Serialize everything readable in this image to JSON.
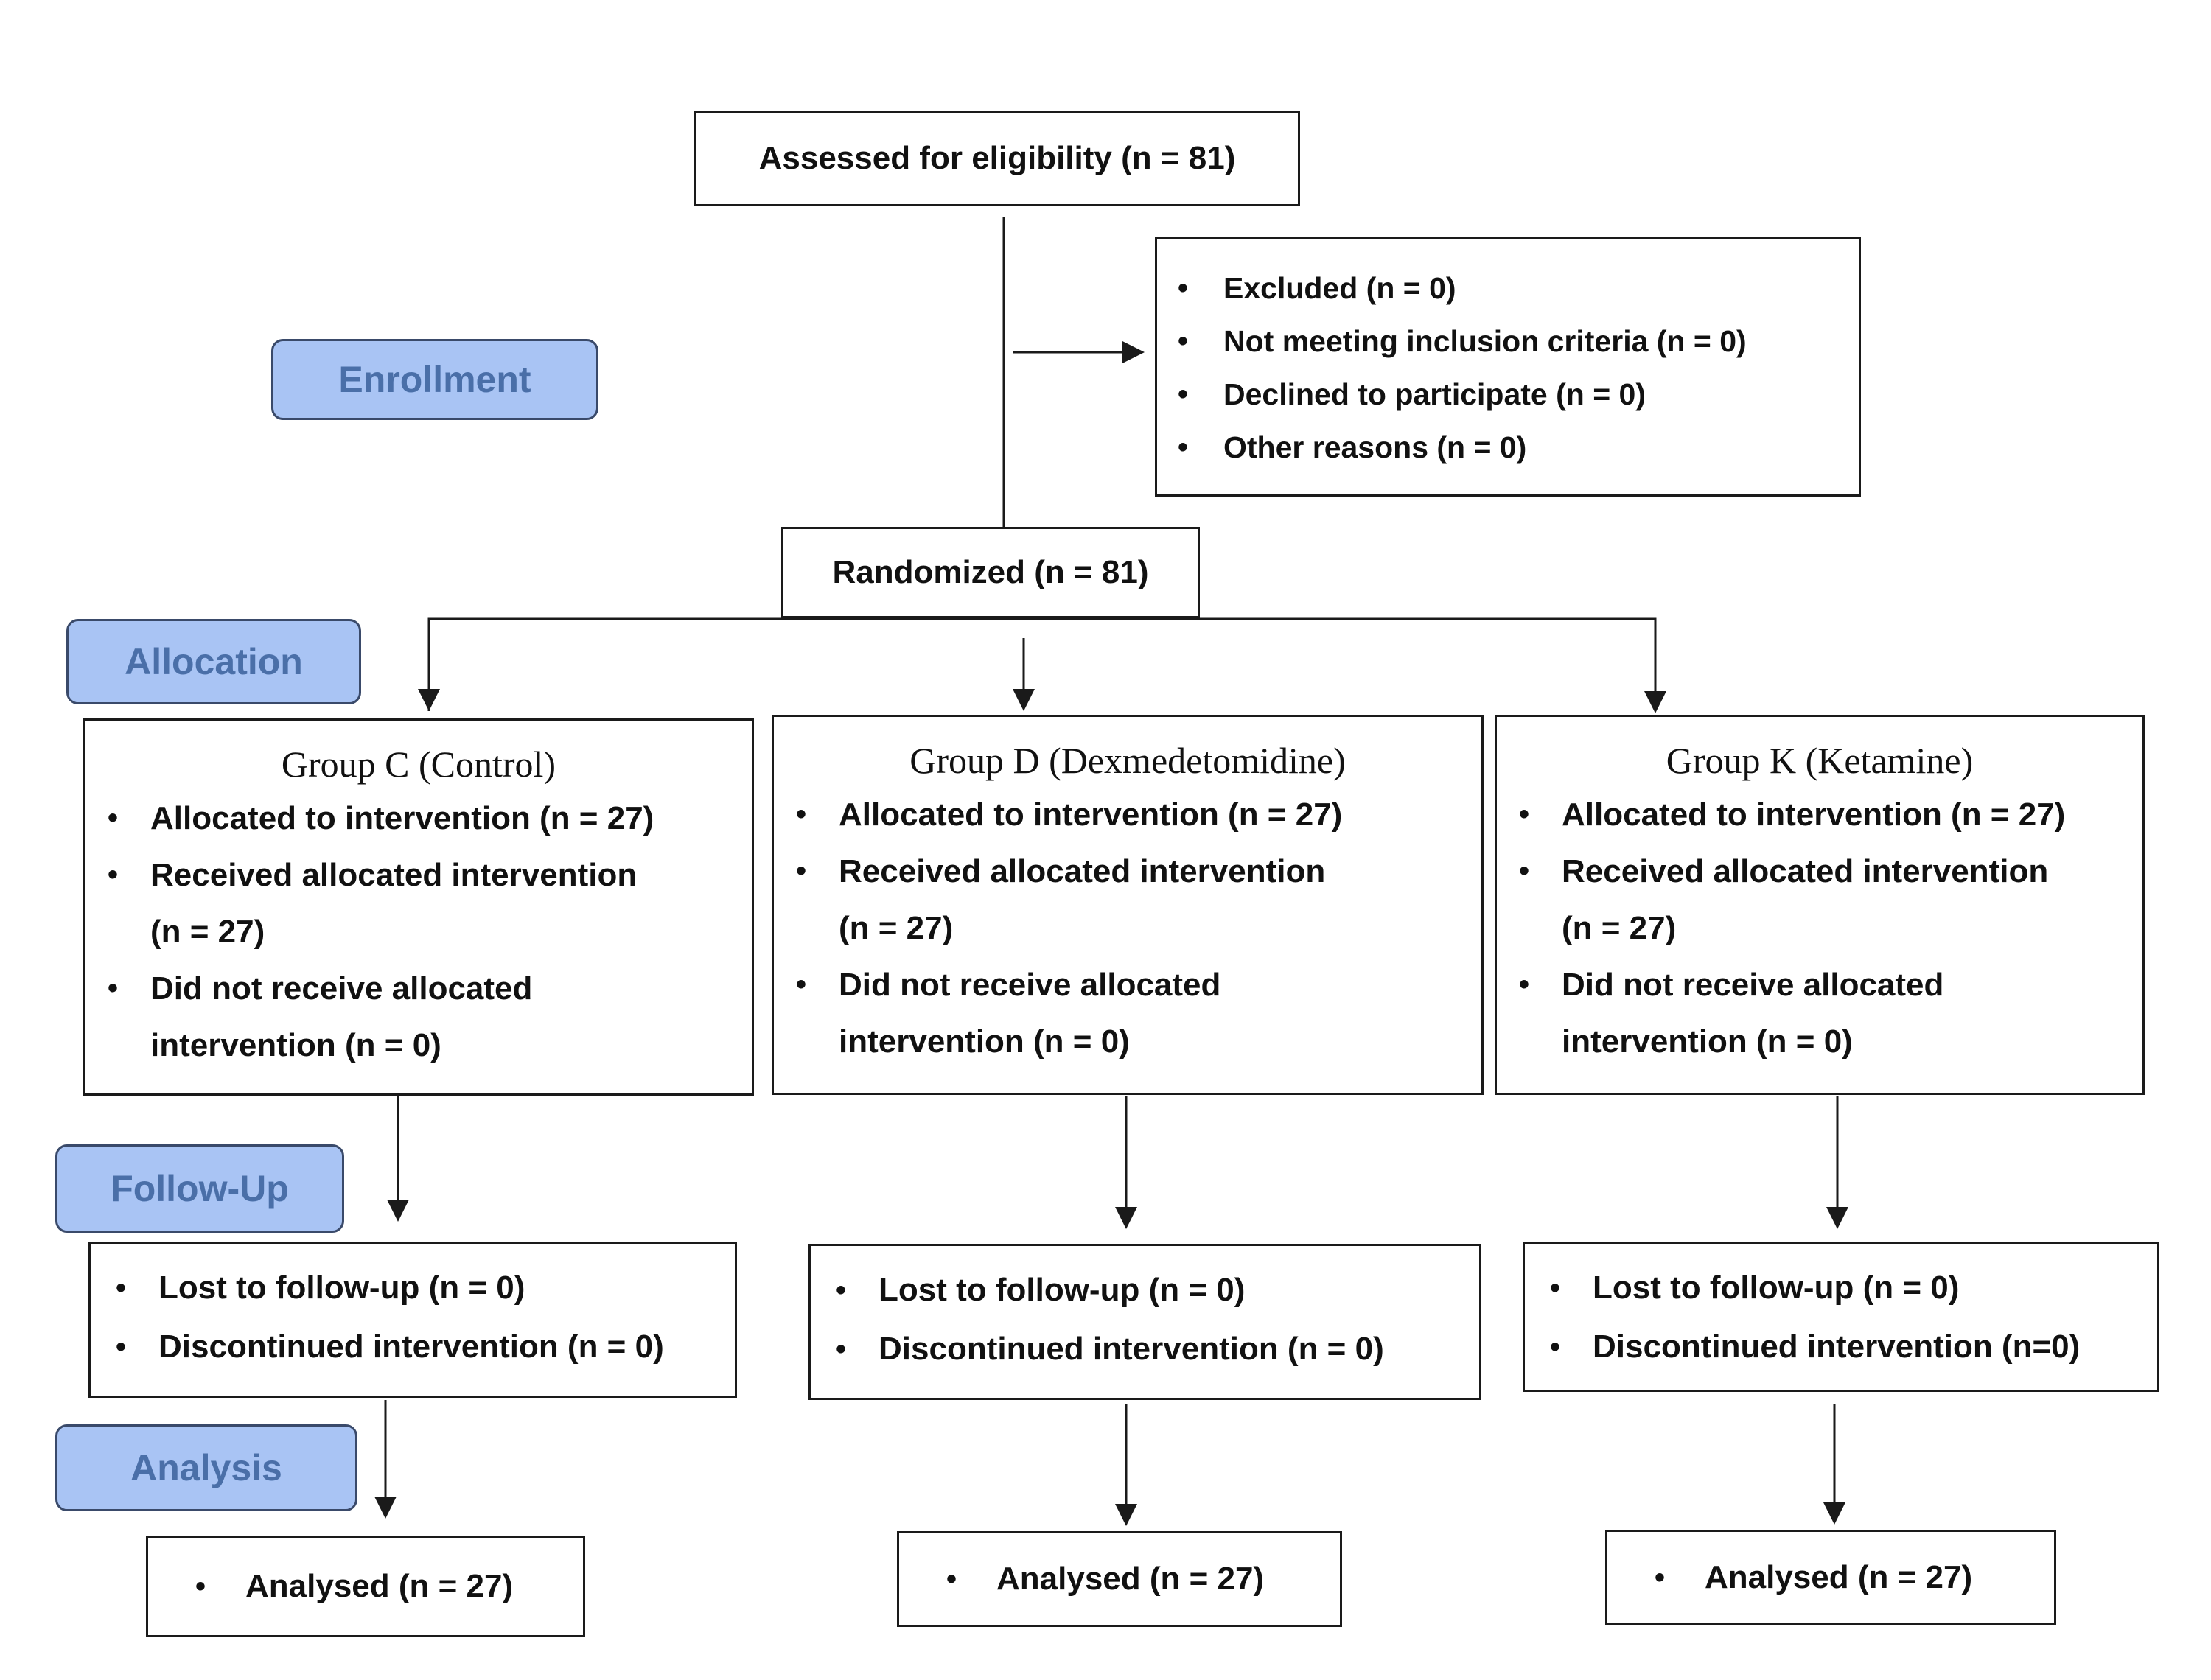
{
  "stages": {
    "enrollment": "Enrollment",
    "allocation": "Allocation",
    "follow_up": "Follow-Up",
    "analysis": "Analysis"
  },
  "assessed": "Assessed for eligibility (n = 81)",
  "excluded": [
    "Excluded (n = 0)",
    "Not meeting inclusion criteria (n = 0)",
    "Declined to participate (n = 0)",
    "Other reasons (n = 0)"
  ],
  "randomized": "Randomized (n = 81)",
  "groups": [
    {
      "title": "Group C (Control)",
      "items": [
        "Allocated to intervention (n = 27)",
        "Received allocated intervention",
        "(n = 27)",
        "Did not receive allocated",
        "intervention (n = 0)"
      ],
      "follow_up": [
        "Lost to follow-up (n = 0)",
        "Discontinued intervention (n = 0)"
      ],
      "analysis": "Analysed (n = 27)"
    },
    {
      "title": "Group D (Dexmedetomidine)",
      "items": [
        "Allocated to intervention (n = 27)",
        "Received allocated intervention",
        "(n = 27)",
        "Did not receive allocated",
        "intervention (n = 0)"
      ],
      "follow_up": [
        "Lost to follow-up (n = 0)",
        "Discontinued intervention (n = 0)"
      ],
      "analysis": "Analysed (n = 27)"
    },
    {
      "title": "Group K (Ketamine)",
      "items": [
        "Allocated to intervention (n = 27)",
        "Received allocated intervention",
        "(n = 27)",
        "Did not receive allocated",
        "intervention (n = 0)"
      ],
      "follow_up": [
        "Lost to follow-up (n = 0)",
        "Discontinued intervention (n=0)"
      ],
      "analysis": "Analysed (n = 27)"
    }
  ]
}
